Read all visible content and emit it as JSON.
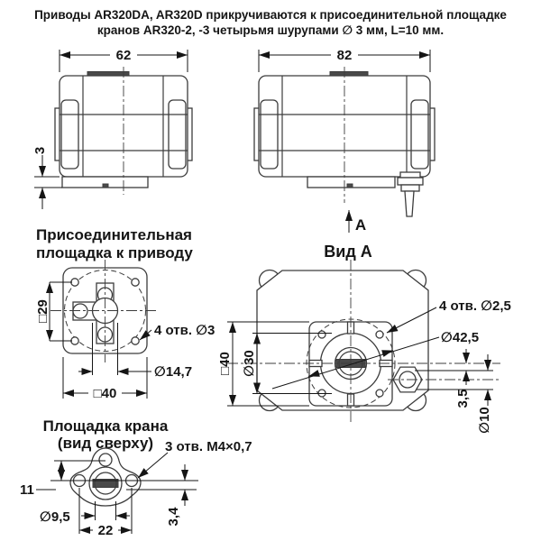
{
  "doc": {
    "title_line1": "Приводы AR320DA, AR320D прикручиваются к присоединительной площадке",
    "title_line2": "кранов AR320-2, -3 четырьмя шурупами ∅ 3 мм, L=10 мм."
  },
  "front_view": {
    "width_dim": "62",
    "base_height_dim": "3"
  },
  "side_view": {
    "width_dim": "82",
    "view_arrow_label": "А"
  },
  "mount_pad": {
    "title_line1": "Присоединительная",
    "title_line2": "площадка к приводу",
    "square29_dim": "□29",
    "holes_label": "4 отв. ∅3",
    "dia_14_7_dim": "∅14,7",
    "square40_dim": "□40"
  },
  "view_a": {
    "title": "Вид А",
    "square40_dim": "□40",
    "dia30_dim": "∅30",
    "holes_label": "4 отв. ∅2,5",
    "dia42_5_dim": "∅42,5",
    "offset_3_5_dim": "3,5",
    "dia10_dim": "∅10"
  },
  "valve_pad": {
    "title_line1": "Площадка крана",
    "title_line2": "(вид сверху)",
    "holes_label": "3 отв. М4×0,7",
    "dim11": "11",
    "dia_9_5_dim": "∅9,5",
    "dim22": "22",
    "dim34": "3,4"
  },
  "colors": {
    "line": "#3c3c3c",
    "text": "#151515",
    "dark_fill": "#4a4a4a",
    "background": "#ffffff"
  }
}
